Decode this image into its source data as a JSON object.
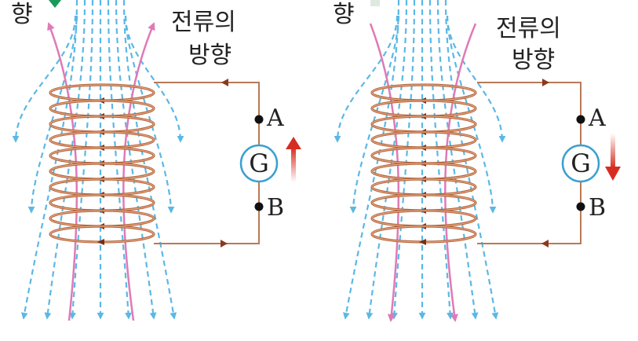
{
  "panels": [
    {
      "edge_label": "향",
      "current_label_line1": "전류의",
      "current_label_line2": "방향",
      "terminal_a": "A",
      "terminal_b": "B",
      "meter": "G",
      "needle_direction": "up"
    },
    {
      "edge_label": "향",
      "current_label_line1": "전류의",
      "current_label_line2": "방향",
      "terminal_a": "A",
      "terminal_b": "B",
      "meter": "G",
      "needle_direction": "down"
    }
  ],
  "colors": {
    "field_lines": "#5bb8e6",
    "induced_field": "#e07ab7",
    "coil": "#b5653b",
    "wire": "#b87a55",
    "meter_ring": "#3aa0d0",
    "indicator_arrow": "#d62d20",
    "marker": "#1a9a5a"
  },
  "icons": {
    "meter": "galvanometer-icon",
    "indicator": "arrow-icon"
  }
}
